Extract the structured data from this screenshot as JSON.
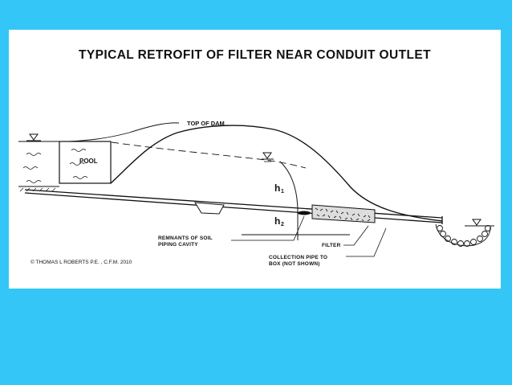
{
  "title": "TYPICAL RETROFIT OF FILTER NEAR CONDUIT OUTLET",
  "labels": {
    "top_of_dam": "TOP OF DAM",
    "pool": "POOL",
    "h1_main": "h",
    "h1_sub": "1",
    "h2_main": "h",
    "h2_sub": "2",
    "remnants_line1": "REMNANTS OF SOIL",
    "remnants_line2": "PIPING CAVITY",
    "filter": "FILTER",
    "collection_line1": "COLLECTION PIPE TO",
    "collection_line2": "BOX (NOT SHOWN)",
    "copyright": "© THOMAS L ROBERTS P.E. , C.F.M. 2010"
  },
  "colors": {
    "background": "#34c6f6",
    "panel": "#ffffff",
    "ink": "#111111"
  }
}
